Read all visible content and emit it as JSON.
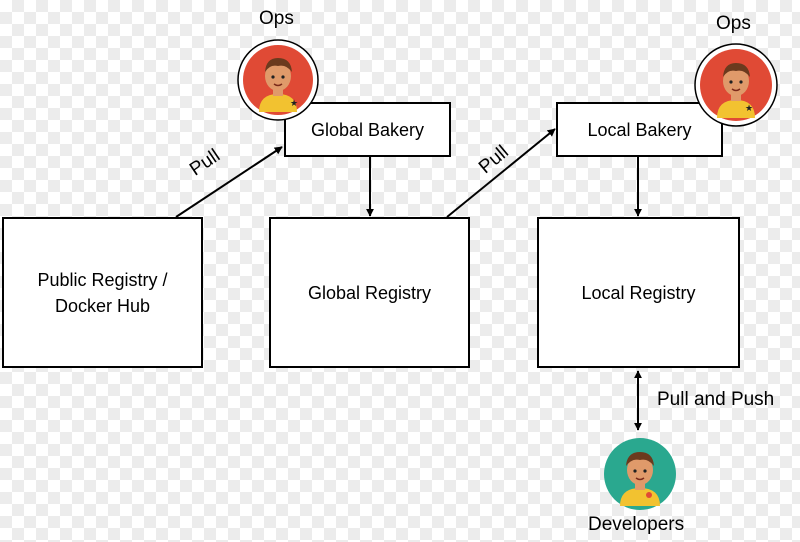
{
  "boxes": {
    "public_registry": "Public Registry /\nDocker Hub",
    "global_registry": "Global Registry",
    "local_registry": "Local Registry",
    "global_bakery": "Global Bakery",
    "local_bakery": "Local Bakery"
  },
  "labels": {
    "ops_left": "Ops",
    "ops_right": "Ops",
    "pull_1": "Pull",
    "pull_2": "Pull",
    "pull_and_push": "Pull and Push",
    "developers": "Developers"
  },
  "colors": {
    "ops_avatar_bg": "#e04a35",
    "developer_avatar_bg": "#2aa88f",
    "shirt": "#f2c230",
    "skin": "#e09a6a",
    "hair": "#6b3a1e"
  },
  "icons": {
    "ops_left": "ops-person-icon",
    "ops_right": "ops-person-icon",
    "developer": "developer-person-icon"
  }
}
